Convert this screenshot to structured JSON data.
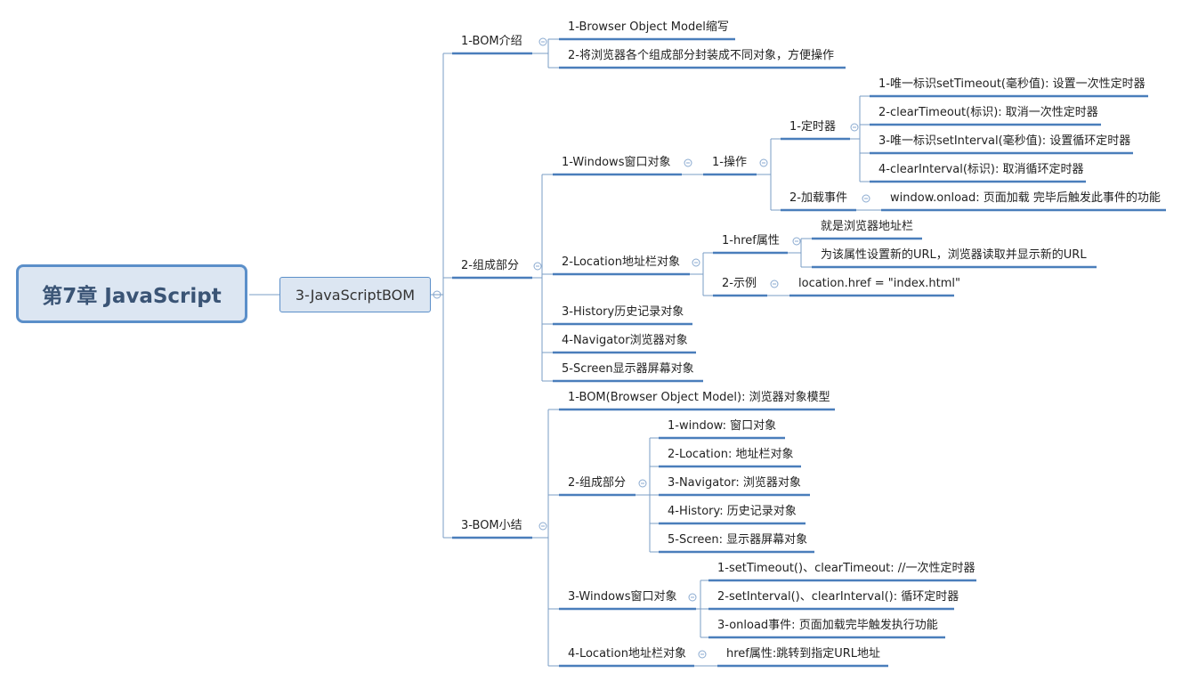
{
  "root": "第7章 JavaScript",
  "main": "3-JavaScriptBOM",
  "branches": {
    "bom_intro": {
      "label": "1-BOM介绍",
      "items": [
        "1-Browser Object Model缩写",
        "2-将浏览器各个组成部分封装成不同对象，方便操作"
      ]
    },
    "components": {
      "label": "2-组成部分",
      "windows": {
        "label": "1-Windows窗口对象",
        "ops": {
          "label": "1-操作",
          "timer": {
            "label": "1-定时器",
            "items": [
              "1-唯一标识setTimeout(毫秒值): 设置一次性定时器",
              "2-clearTimeout(标识): 取消一次性定时器",
              "3-唯一标识setInterval(毫秒值): 设置循环定时器",
              "4-clearInterval(标识): 取消循环定时器"
            ]
          },
          "load": {
            "label": "2-加载事件",
            "item": "window.onload: 页面加载 完毕后触发此事件的功能"
          }
        }
      },
      "location": {
        "label": "2-Location地址栏对象",
        "href": {
          "label": "1-href属性",
          "items": [
            "就是浏览器地址栏",
            "为该属性设置新的URL，浏览器读取并显示新的URL"
          ]
        },
        "example": {
          "label": "2-示例",
          "item": "location.href = \"index.html\""
        }
      },
      "history": "3-History历史记录对象",
      "navigator": "4-Navigator浏览器对象",
      "screen": "5-Screen显示器屏幕对象"
    },
    "summary": {
      "label": "3-BOM小结",
      "bom": "1-BOM(Browser Object Model): 浏览器对象模型",
      "parts": {
        "label": "2-组成部分",
        "items": [
          "1-window: 窗口对象",
          "2-Location: 地址栏对象",
          "3-Navigator: 浏览器对象",
          "4-History: 历史记录对象",
          "5-Screen: 显示器屏幕对象"
        ]
      },
      "windows": {
        "label": "3-Windows窗口对象",
        "items": [
          "1-setTimeout()、clearTimeout: //一次性定时器",
          "2-setInterval()、clearInterval(): 循环定时器",
          "3-onload事件: 页面加载完毕触发执行功能"
        ]
      },
      "location": {
        "label": "4-Location地址栏对象",
        "item": "href属性:跳转到指定URL地址"
      }
    }
  },
  "colors": {
    "root_fill": "#dce6f2",
    "root_border": "#5b8fc9",
    "line": "#4a7ebb",
    "connector": "#7a9cc4",
    "collapse": "#8aaad0"
  }
}
